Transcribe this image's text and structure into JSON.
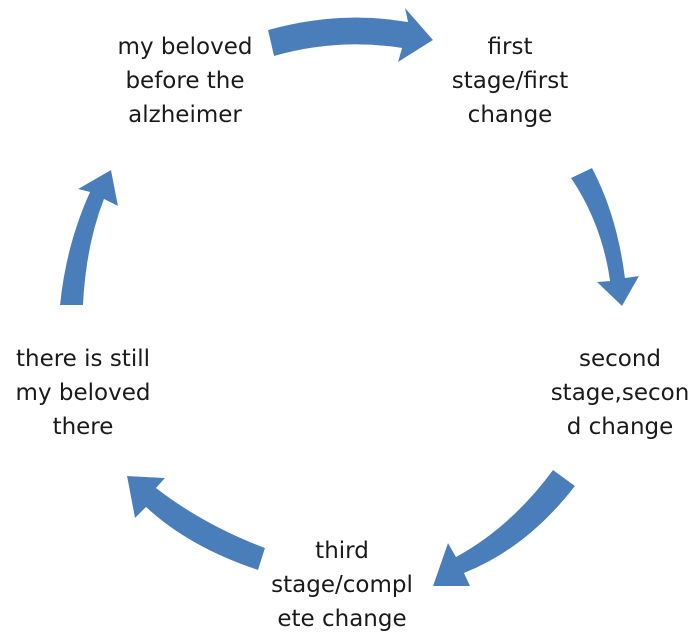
{
  "diagram": {
    "type": "cycle",
    "accent_color": "#4a7ebb",
    "nodes": [
      {
        "id": "before",
        "text": "my beloved\nbefore the\nalzheimer"
      },
      {
        "id": "first",
        "text": "first\nstage/first\nchange"
      },
      {
        "id": "second",
        "text": "second\nstage,secon\nd change"
      },
      {
        "id": "third",
        "text": "third\nstage/compl\nete change"
      },
      {
        "id": "still",
        "text": "there is still\nmy beloved\nthere"
      }
    ],
    "edges": [
      {
        "from": "before",
        "to": "first"
      },
      {
        "from": "first",
        "to": "second"
      },
      {
        "from": "second",
        "to": "third"
      },
      {
        "from": "third",
        "to": "still"
      },
      {
        "from": "still",
        "to": "before"
      }
    ]
  }
}
